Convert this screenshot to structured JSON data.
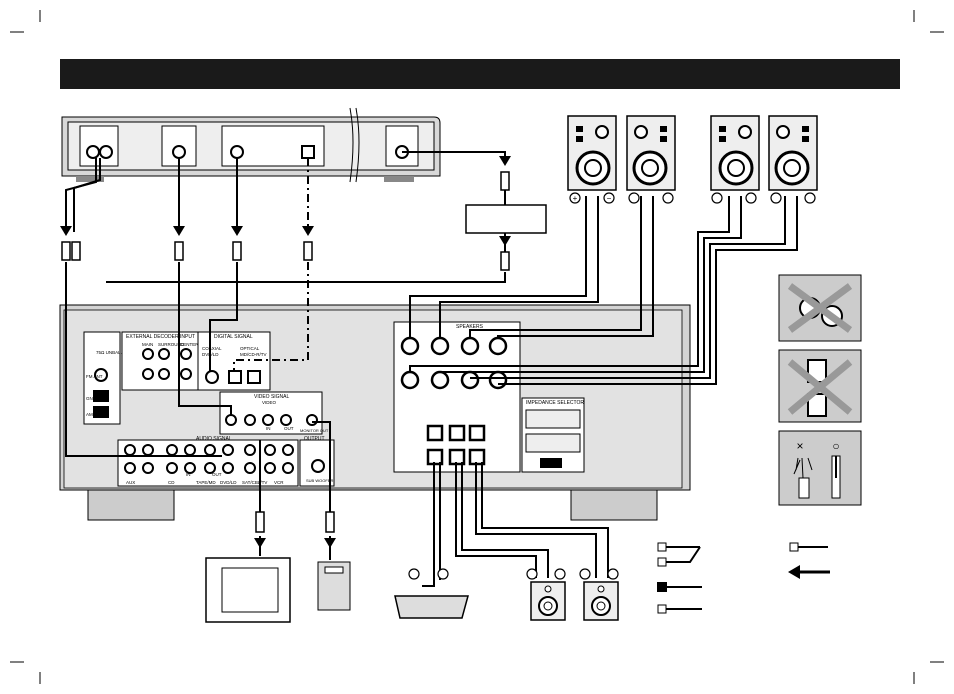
{
  "header": {
    "title": ""
  },
  "labels": {
    "speakers": "SPEAKERS",
    "external_decoder_input": "EXTERNAL DECODER INPUT",
    "digital_signal": "DIGITAL SIGNAL",
    "main": "MAIN",
    "surround": "SURROUND",
    "center": "CENTER",
    "coaxial": "COAXIAL",
    "dvd_ld": "DVD/LD",
    "optical": "OPTICAL",
    "md_cd_r_tv": "MD/CD-R/TV",
    "video_signal": "VIDEO SIGNAL",
    "video": "VIDEO",
    "audio_signal": "AUDIO SIGNAL",
    "impedance_selector": "IMPEDANCE SELECTOR",
    "output": "OUTPUT",
    "subwoofer": "SUBWOOFER",
    "monitor_out": "MONITOR OUT",
    "fm_ant": "FM ANT",
    "gnd": "GND",
    "am_ant": "AM ANT",
    "seventy_five_ohm": "75Ω UNBAL.",
    "aux": "AUX",
    "cd": "CD",
    "tape_md_in": "IN",
    "tape_md_out": "OUT",
    "tape_md": "TAPE/MD",
    "dvd_ld_rec": "DVD/LD",
    "sat_cbl_tv": "SAT/CBL/TV",
    "vcr": "VCR",
    "in": "IN",
    "out": "OUT",
    "sub_woofer": "SUB WOOFER"
  },
  "legend": {
    "bad_mark": "×",
    "good_mark": "○"
  },
  "polarity": {
    "plus": "+",
    "minus": "−"
  }
}
